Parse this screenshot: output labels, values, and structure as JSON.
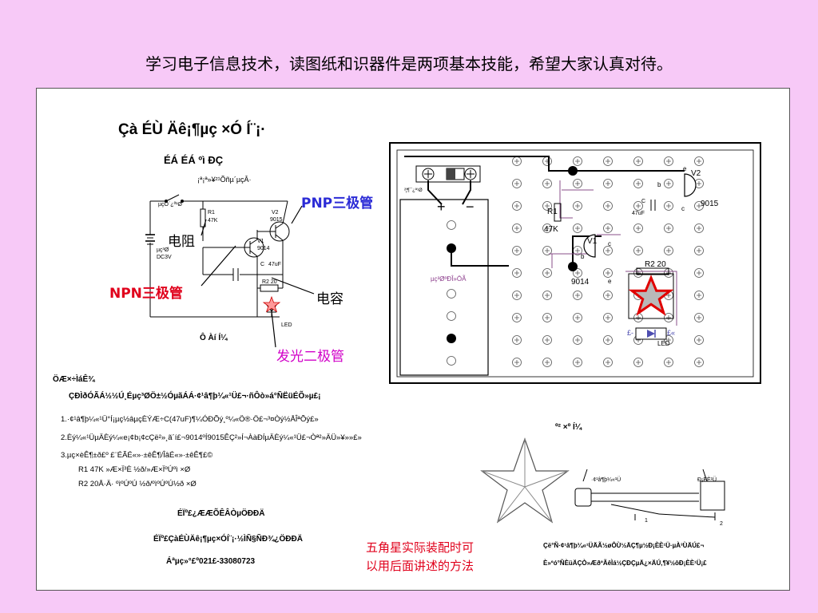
{
  "page_title": "学习电子信息技术，读图纸和识器件是两项基本技能，希望大家认真对待。",
  "left": {
    "main_title": "Çà ÉÙ Äê¡¶µç ×Ó Í¨¡·",
    "subtitle": "ÉÁ ÉÁ ºì ÐÇ",
    "schematic_caption": "¡ª¡ª»¥²¹Õñµ´µçÂ·",
    "switch_label": "µçÔ´¿ª¹Ø",
    "battery_label": "µç³Ø",
    "battery_voltage": "DC3V",
    "r1_label": "R1",
    "r1_value": "47K",
    "v2_label": "V2",
    "v2_value": "9015",
    "v1_label": "V1",
    "v1_value": "9014",
    "c_label": "C",
    "c_value": "47uF",
    "r2_label": "R2 20",
    "led_label": "LED",
    "diagram_caption": "Ô­ Àí Í¼",
    "principle_title": "ÖÆ×÷ÌáÊ¾",
    "principle_intro": "ÇÐÌðÓÃÁ½½Ú¸Éµç³ØÖ±½ÓµãÁÁ·¢¹â¶þ¼«¹Ü£¬·ñÔò»á°ÑËüÉÕ»µ£¡",
    "steps": [
      "1.·¢¹â¶þ¼«¹Ü°Í¡µç½âµçÈÝÆ÷C(47uF)¶¼ÓÐÕý¸º¼«Ö®·Ö£¬³¤Òý½ÅÎªÕý£»",
      "2.Èý¼«¹ÜµÄÈý¼«e¡¢b¡¢cÇë²»¸ã´í£¬9014ºÍ9015ÊÇ²»Í¬ÀàÐÍµÄÈý¼«¹Ü£¬Òª²»ÄÜ»¥»»£»",
      "3.µç×èÊ¶±ð£º  £¨ÉÃÉ«»·±êÊ¶/ÎâÉ«»·±êÊ¶£©",
      "R1 47K »Æ×Ï³È ½ð/»Æ×ÏºÚºì ×Ø",
      "R2 20Å·Ä· ºìºÚºÚ ½ð/ºìºÚºÚ½ð ×Ø"
    ],
    "footer_title": "ÉÏº£¿ÆÆÕÊÂÒµÖÐÐÄ",
    "footer_org": "ÉÏº£ÇàÉÙÄê¡¶µç×ÓÍ¨¡·½ÌÑ§ÑÐ¾¿ÖÐÐÄ",
    "footer_phone": "Áªµç»°£º021£-33080723"
  },
  "callouts": {
    "pnp": "PNP三极管",
    "resistor": "电阻",
    "npn": "NPN三极管",
    "capacitor": "电容",
    "led": "发光二极管",
    "star_note_line1": "五角星实际装配时可",
    "star_note_line2": "以用后面讲述的方法"
  },
  "board": {
    "battery_box_label": "µç³ØºÐÎ»ÖÃ",
    "switch_label": "²¦¶¯¿ª¹Ø",
    "plus_sign": "+",
    "minus_sign": "−",
    "v2_label": "V2",
    "v2_value": "9015",
    "r1_label": "R1",
    "r1_value": "47K",
    "c_label": "C",
    "c_value": "47uF",
    "v1_label": "V1",
    "v1_value": "9014",
    "r2_label": "R2 20",
    "led_label": "LED",
    "pin_e": "e",
    "pin_b": "b",
    "pin_c": "c",
    "led_minus": "£-",
    "led_plus": "£«"
  },
  "bottom_right": {
    "caption": "º² ×º Í¼",
    "led_leg_label": "·¢¹â¶þ¼«¹Ü",
    "tube_label": "Ð¡ÈÈ¹Ü",
    "num1": "1",
    "num2": "2",
    "note1": "Çë°Ñ·¢¹â¶þ¼«¹ÜÄÃ½øÔÙ½ÄÇ¶µ½Ð¡ÈÈ¹Ü·µÀ³ÙÄÚ£¬",
    "note2": "È»ºó°ÑÈüÄÇÒ»ÆðºÃêÌá½ÇÐÇµÄ¿×ÄÚ,¶¥½ôÐ¡ÈÈ¹Ü¡£"
  },
  "colors": {
    "background": "#f7c9f7",
    "callout_blue": "#2b2bd6",
    "callout_red": "#e0001b",
    "callout_magenta": "#d100c8",
    "led_star_red": "#e00000",
    "star_gray": "#b9b9b9"
  }
}
